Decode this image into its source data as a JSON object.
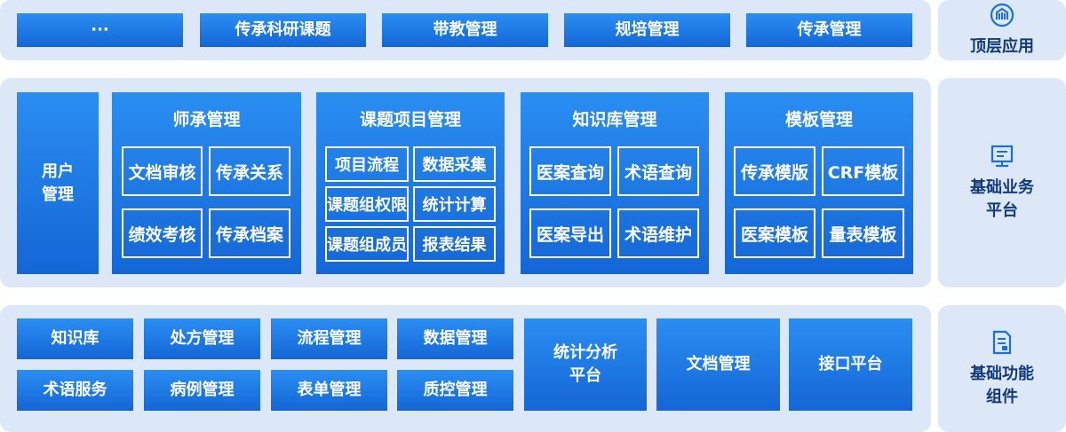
{
  "top": {
    "items": [
      "···",
      "传承科研课题",
      "带教管理",
      "规培管理",
      "传承管理"
    ],
    "side_label": "顶层应用",
    "side_icon": "building-icon"
  },
  "middle": {
    "user_mgmt": "用户\n管理",
    "modules": [
      {
        "title": "师承管理",
        "cells": [
          "文档审核",
          "传承关系",
          "绩效考核",
          "传承档案"
        ]
      },
      {
        "title": "课题项目管理",
        "cells": [
          "项目流程",
          "数据采集",
          "课题组权限",
          "统计计算",
          "课题组成员",
          "报表结果"
        ]
      },
      {
        "title": "知识库管理",
        "cells": [
          "医案查询",
          "术语查询",
          "医案导出",
          "术语维护"
        ]
      },
      {
        "title": "模板管理",
        "cells": [
          "传承模版",
          "CRF模板",
          "医案模板",
          "量表模板"
        ]
      }
    ],
    "side_label": "基础业务\n平台",
    "side_icon": "monitor-icon"
  },
  "bottom": {
    "grid": [
      "知识库",
      "处方管理",
      "流程管理",
      "数据管理",
      "术语服务",
      "病例管理",
      "表单管理",
      "质控管理"
    ],
    "large": [
      "统计分析\n平台",
      "文档管理",
      "接口平台"
    ],
    "side_label": "基础功能\n组件",
    "side_icon": "document-icon"
  },
  "colors": {
    "band_bg": "#dce8f8",
    "box_top": "#2a8ef2",
    "box_bottom": "#1466d6",
    "side_text": "#123a7a"
  }
}
